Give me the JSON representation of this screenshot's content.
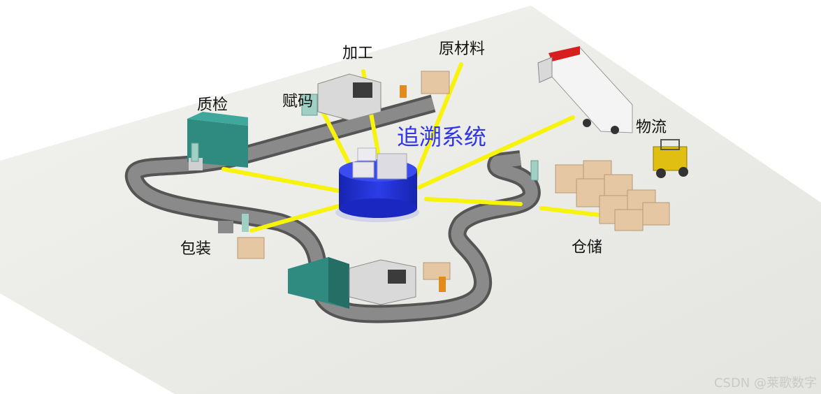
{
  "diagram": {
    "center_label": "追溯系统",
    "stations": {
      "processing": "加工",
      "raw_material": "原材料",
      "coding": "赋码",
      "quality_check": "质检",
      "logistics": "物流",
      "packaging": "包装",
      "warehousing": "仓储"
    },
    "colors": {
      "hub": "#1f2ed1",
      "hub_top": "#3a4cf0",
      "links": "#f7f30a",
      "title": "#2f35e8",
      "floor": "#ededea",
      "conveyor": "#6a6a6a",
      "enclosure": "#2f8a80",
      "truck_cab": "#d62020",
      "boxes": "#e6c7a3"
    }
  },
  "watermark": "CSDN @莱歌数字"
}
